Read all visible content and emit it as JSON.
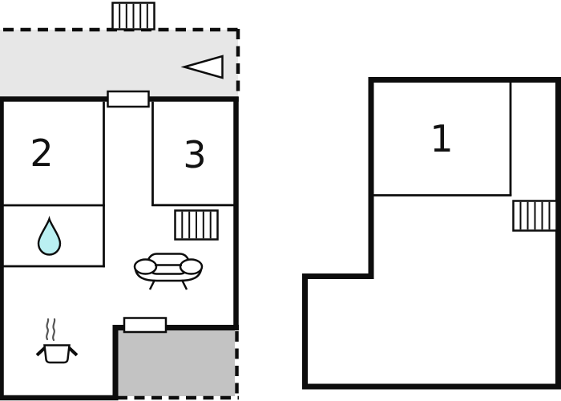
{
  "floor_plan": {
    "rooms": [
      {
        "id": "room-1",
        "label": "1"
      },
      {
        "id": "room-2",
        "label": "2"
      },
      {
        "id": "room-3",
        "label": "3"
      }
    ],
    "colors": {
      "wall": "#0d0d0d",
      "terrace_top_fill": "#e7e7e7",
      "terrace_bottom_fill": "#c3c3c3",
      "water_drop_fill": "#baf0f2",
      "fixture_fill": "#ffffff"
    },
    "icons": {
      "stairs_top": "hatched-stairs-bars",
      "stairs_left_building": "hatched-stairs-bars",
      "stairs_right_building": "hatched-stairs-bars",
      "direction_arrow": "left-pointing-triangle",
      "water_drop": "droplet",
      "sofa": "sofa-with-armrests",
      "stove": "cooking-pot-with-steam",
      "window_top": "window-rectangle",
      "terrace_door": "door-rectangle"
    }
  }
}
